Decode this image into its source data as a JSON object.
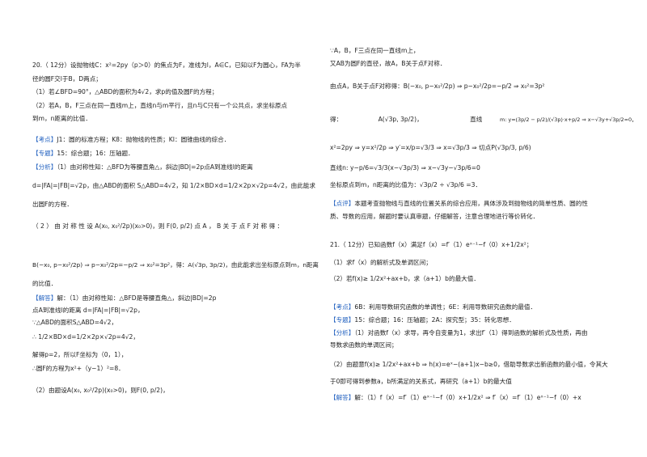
{
  "left": {
    "q20_l1": "20.（ 12分）设抛物线C：x²=2py（p＞0）的焦点为F，准线为l，A∈C，已知以F为圆心，FA为半",
    "q20_l2": "径的圆F交l于B，D两点；",
    "q20_l3": "（1）若∠BFD=90°，△ABD的面积为4√2，求p的值及圆F的方程；",
    "q20_l4": "（2）若A，B，F三点在同一直线m上，直线n与m平行，且n与C只有一个公共点，求坐标原点",
    "q20_l5": "到m，n距离的比值．",
    "kaodian_tag": "【考点】",
    "kaodian": "J1：圆的标准方程；K8：抛物线的性质；KI：圆锥曲线的综合．",
    "zhuanti_tag": "【专题】",
    "zhuanti": "15：综合题；16：压轴题．",
    "fenxi_tag": "【分析】",
    "fenxi_l1": "（1）由对称性知：△BFD为等腰直角△，斜边|BD|=2p点A到准线l的距离",
    "fenxi_l2": "d=|FA|=|FB|=√2p，由△ABD的面积 S△ABD=4√2，知 1/2×BD×d=1/2×2p×√2p=4√2，由此能求",
    "fenxi_l3": "出圆F的方程．",
    "fenxi_l4": "（ 2 ） 由 对 称 性 设 A(x₀, x₀²/2p)(x₀>0)，则 F(0, p/2) 点 A ， B 关 于 点 F 对 称 得 ：",
    "fenxi_l5": "B(−x₀, p−x₀²/2p) ⇒ p−x₀²/2p=−p/2 ⇒ x₀²=3p²，得：A(√3p, 3p/2)，由此能求出坐标原点到m，n距离",
    "fenxi_l6": "的比值．",
    "jieda_tag": "【解答】",
    "jieda_l1": "解：（1）由对称性知：△BFD是等腰直角△，斜边|BD|=2p",
    "jieda_l2": "点A到准线l的距离 d=|FA|=|FB|=√2p，",
    "jieda_l3": "∵△ABD的面积S△ABD=4√2，",
    "jieda_l4": "∴ 1/2×BD×d=1/2×2p×√2p=4√2，",
    "jieda_l5": "解得p=2，所以F坐标为（0，1），",
    "jieda_l6": "∴圆F的方程为x²+（y−1）²=8．",
    "jieda_l7": "（2）由题设A(x₀, x₀²/2p)(x₀>0)，则F(0, p/2)，"
  },
  "right": {
    "r_l1": "∵A，B，F三点在同一直线m上，",
    "r_l2": "又AB为圆F的直径，故A，B关于点F对称．",
    "r_l3": "由点A，B关于点F对称得：B(−x₀, p−x₀²/2p) ⇒ p−x₀²/2p=−p/2 ⇒ x₀²=3p²",
    "r_l4a": "得：",
    "r_l4b": "A(√3p, 3p/2)，",
    "r_l4c": "直线",
    "r_l4d": "m: y=(3p/2 − p/2)/(√3p)·x+p/2 ⇒ x−√3y+√3p/2=0，",
    "r_l5": "x²=2py ⇒ y=x²/2p ⇒ y′=x/p=√3/3 ⇒ x=√3p/3 ⇒ 切点P(√3p/3, p/6)",
    "r_l6": "直线n: y−p/6=√3/3(x−√3p/3) ⇒ x−√3y−√3p/6=0",
    "r_l7": "坐标原点到m，n距离的比值为：√3p/2 ÷ √3p/6 =3．",
    "dianping_tag": "【点评】",
    "dianping_l1": "本题考查抛物线与直线的位置关系的综合应用，具体涉及到抛物线的简单性质、圆的性",
    "dianping_l2": "质、导数的应用，解题时要认真审题，仔细解答，注意合理地进行等价转化．",
    "q21_l1": "21.（ 12分）已知函数f（x）满足f（x）=f′（1）eˣ⁻¹−f（0）x+1/2x²；",
    "q21_l2": "（1）求f（x）的解析式及单调区间；",
    "q21_l3": "（2）若f(x)≥ 1/2x²+ax+b，求（a+1）b的最大值．",
    "kaodian_tag": "【考点】",
    "kaodian": "6B：利用导数研究函数的单调性；6E：利用导数研究函数的最值．",
    "zhuanti_tag": "【专题】",
    "zhuanti": "15：综合题；16：压轴题；2A：探究型；35：转化思想．",
    "fenxi_tag": "【分析】",
    "fenxi_l1": "（1）对函数f（x）求导，再令自变量为1，求出f′（1）得到函数的解析式及性质，再由",
    "fenxi_l2": "导数求函数的单调区间；",
    "fenxi_l3": "（2）由题意f(x)≥ 1/2x²+ax+b ⇒ h(x)=eˣ−(a+1)x−b≥0，借助导数求出新函数的最小值，令其大",
    "fenxi_l4": "于0即可得到参数a，b所满足的关系式，再研究（a+1）b的最大值",
    "jieda_tag": "【解答】",
    "jieda_l1": "解：（1）f（x）=f′（1）eˣ⁻¹−f（0）x+1/2x² ⇒ f′（x）=f′（1）eˣ⁻¹−f（0）+x"
  }
}
